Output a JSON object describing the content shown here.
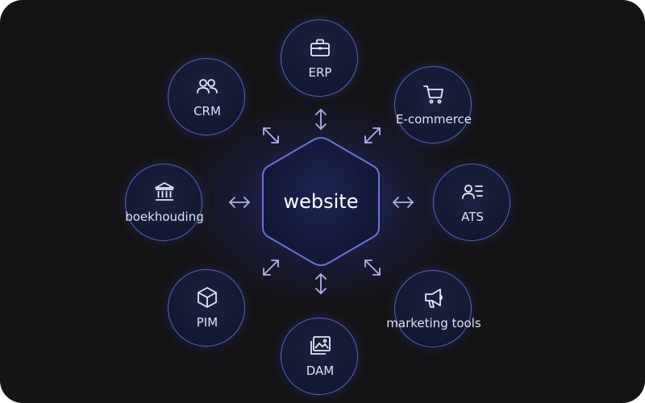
{
  "center": {
    "label": "website"
  },
  "nodes": {
    "erp": {
      "label": "ERP",
      "icon": "briefcase-icon"
    },
    "ecommerce": {
      "label": "E-commerce",
      "icon": "shopping-cart-icon"
    },
    "ats": {
      "label": "ATS",
      "icon": "person-list-icon"
    },
    "marketing": {
      "label": "marketing tools",
      "icon": "megaphone-icon"
    },
    "dam": {
      "label": "DAM",
      "icon": "images-icon"
    },
    "pim": {
      "label": "PIM",
      "icon": "cube-icon"
    },
    "boekhouding": {
      "label": "boekhouding",
      "icon": "bank-icon"
    },
    "crm": {
      "label": "CRM",
      "icon": "users-icon"
    }
  },
  "colors": {
    "background": "#141417",
    "node_border": "#5860b8",
    "arrow": "#aab2ea",
    "text": "#dfe2f0"
  }
}
